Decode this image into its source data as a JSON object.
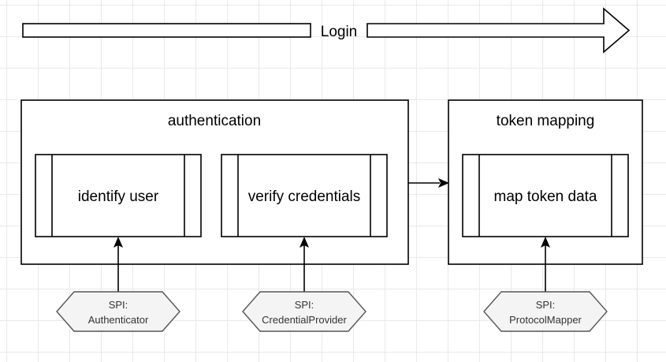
{
  "flow": {
    "label": "Login"
  },
  "containers": [
    {
      "id": "authentication",
      "title": "authentication",
      "processes": [
        {
          "id": "identify-user",
          "label": "identify user"
        },
        {
          "id": "verify-credentials",
          "label": "verify credentials"
        }
      ]
    },
    {
      "id": "token-mapping",
      "title": "token mapping",
      "processes": [
        {
          "id": "map-token-data",
          "label": "map token data"
        }
      ]
    }
  ],
  "spis": [
    {
      "line1": "SPI:",
      "line2": "Authenticator",
      "target": "identify-user"
    },
    {
      "line1": "SPI:",
      "line2": "CredentialProvider",
      "target": "verify-credentials"
    },
    {
      "line1": "SPI:",
      "line2": "ProtocolMapper",
      "target": "map-token-data"
    }
  ],
  "connections": [
    {
      "from": "authentication",
      "to": "token-mapping"
    }
  ]
}
